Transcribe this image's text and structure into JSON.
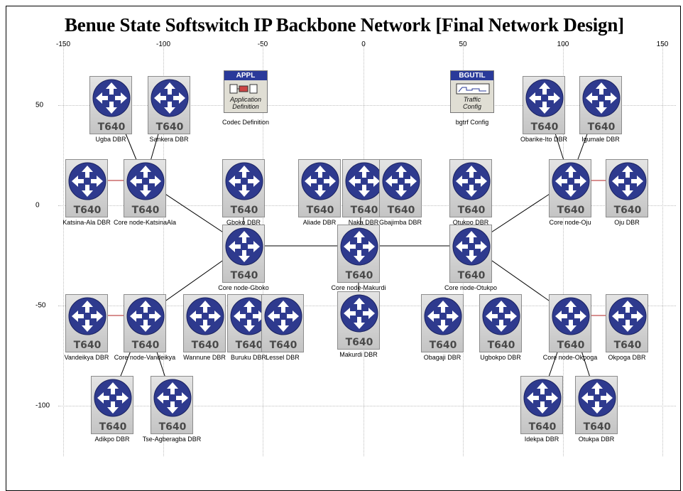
{
  "title": "Benue State Softswitch IP Backbone Network [Final Network Design]",
  "axes": {
    "x_ticks": [
      "-150",
      "-100",
      "-50",
      "0",
      "50",
      "100",
      "150"
    ],
    "y_ticks": [
      "50",
      "0",
      "-50",
      "-100"
    ]
  },
  "utilities": [
    {
      "id": "codec",
      "header": "APPL",
      "caption": "Application\nDefinition",
      "label": "Codec Definition"
    },
    {
      "id": "bgtrf",
      "header": "BGUTIL",
      "caption": "Traffic\nConfig",
      "label": "bgtrf Config"
    }
  ],
  "device_model": "T640",
  "nodes": [
    {
      "id": "ugba",
      "label": "Ugba DBR"
    },
    {
      "id": "sankera",
      "label": "Sankera DBR"
    },
    {
      "id": "obarike",
      "label": "Obarike-Ito DBR"
    },
    {
      "id": "igumale",
      "label": "Igumale DBR"
    },
    {
      "id": "katsina-ala",
      "label": "Katsina-Ala DBR"
    },
    {
      "id": "core-katsina",
      "label": "Core node-KatsinaAla"
    },
    {
      "id": "gboko-dbr",
      "label": "Gboko DBR"
    },
    {
      "id": "aliade",
      "label": "Aliade DBR"
    },
    {
      "id": "naka",
      "label": "Naka DBR"
    },
    {
      "id": "gbajimba",
      "label": "Gbajimba DBR"
    },
    {
      "id": "otukpo-dbr",
      "label": "Otukpo DBR"
    },
    {
      "id": "core-oju",
      "label": "Core node-Oju"
    },
    {
      "id": "oju",
      "label": "Oju DBR"
    },
    {
      "id": "core-gboko",
      "label": "Core node-Gboko"
    },
    {
      "id": "core-makurdi",
      "label": "Core node-Makurdi"
    },
    {
      "id": "core-otukpo",
      "label": "Core node-Otukpo"
    },
    {
      "id": "vandeikya",
      "label": "Vandeikya DBR"
    },
    {
      "id": "core-vandeikya",
      "label": "Core node-Vandeikya"
    },
    {
      "id": "wannune",
      "label": "Wannune DBR"
    },
    {
      "id": "buruku",
      "label": "Buruku DBR"
    },
    {
      "id": "lessel",
      "label": "Lessel DBR"
    },
    {
      "id": "makurdi",
      "label": "Makurdi DBR"
    },
    {
      "id": "obagaji",
      "label": "Obagaji DBR"
    },
    {
      "id": "ugbokpo",
      "label": "Ugbokpo DBR"
    },
    {
      "id": "core-okpoga",
      "label": "Core node-Okpoga"
    },
    {
      "id": "okpoga",
      "label": "Okpoga DBR"
    },
    {
      "id": "adikpo",
      "label": "Adikpo DBR"
    },
    {
      "id": "tse-agberagba",
      "label": "Tse-Agberagba DBR"
    },
    {
      "id": "idekpa",
      "label": "Idekpa DBR"
    },
    {
      "id": "otukpa",
      "label": "Otukpa DBR"
    }
  ],
  "links": [
    [
      "ugba",
      "core-katsina"
    ],
    [
      "sankera",
      "core-katsina"
    ],
    [
      "katsina-ala",
      "core-katsina"
    ],
    [
      "core-katsina",
      "core-gboko"
    ],
    [
      "gboko-dbr",
      "core-gboko"
    ],
    [
      "core-gboko",
      "core-makurdi"
    ],
    [
      "core-gboko",
      "core-vandeikya"
    ],
    [
      "core-makurdi",
      "core-otukpo"
    ],
    [
      "core-makurdi",
      "makurdi"
    ],
    [
      "naka",
      "core-makurdi"
    ],
    [
      "core-otukpo",
      "core-oju"
    ],
    [
      "core-otukpo",
      "core-okpoga"
    ],
    [
      "obarike",
      "core-oju"
    ],
    [
      "igumale",
      "core-oju"
    ],
    [
      "core-oju",
      "oju"
    ],
    [
      "vandeikya",
      "core-vandeikya"
    ],
    [
      "core-vandeikya",
      "adikpo"
    ],
    [
      "core-vandeikya",
      "tse-agberagba"
    ],
    [
      "core-okpoga",
      "okpoga"
    ],
    [
      "core-okpoga",
      "idekpa"
    ],
    [
      "core-okpoga",
      "otukpa"
    ]
  ],
  "colors": {
    "router_blue": "#2e3a8e",
    "link": "#000000",
    "access_link": "#b02020"
  }
}
